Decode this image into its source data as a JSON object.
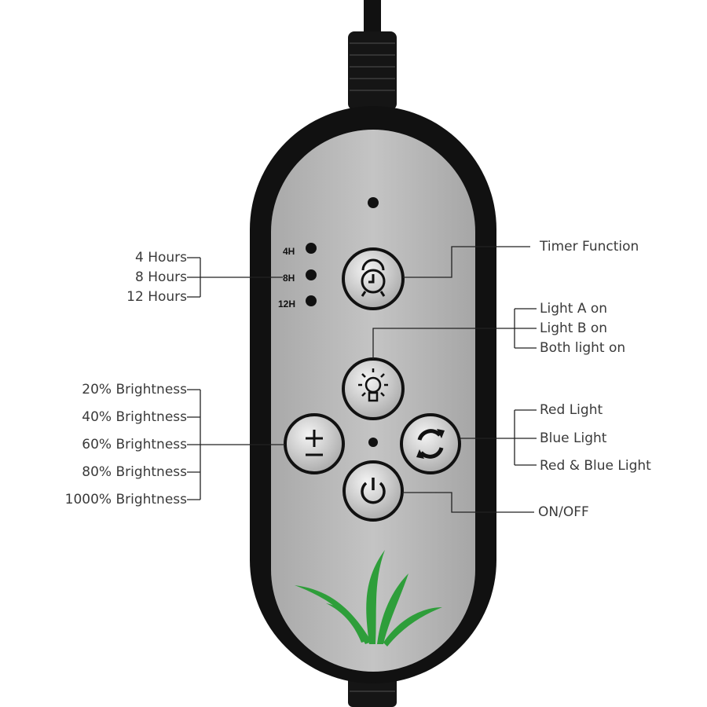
{
  "timer_levels": [
    "4 Hours",
    "8 Hours",
    "12 Hours"
  ],
  "timer_indicators": [
    "4H",
    "8H",
    "12H"
  ],
  "timer_function": "Timer Function",
  "light_modes": [
    "Light A on",
    "Light B on",
    "Both light on"
  ],
  "brightness_levels": [
    "20% Brightness",
    "40% Brightness",
    "60% Brightness",
    "80% Brightness",
    "1000% Brightness"
  ],
  "color_modes": [
    "Red Light",
    "Blue Light",
    "Red & Blue Light"
  ],
  "power": "ON/OFF",
  "colors": {
    "remote_body": "#111111",
    "panel": "#b9b9b9",
    "leaf": "#2e9e3a",
    "line": "#222222",
    "text": "#3a3a3a"
  },
  "icons": [
    "alarm-clock-icon",
    "light-bulb-icon",
    "plus-minus-icon",
    "cycle-arrows-icon",
    "power-icon",
    "leaf-logo"
  ]
}
